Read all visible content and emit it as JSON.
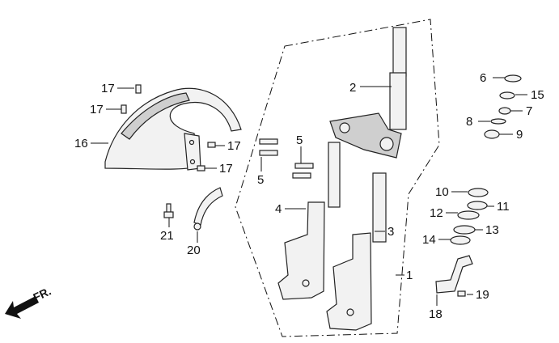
{
  "diagram": {
    "direction_label": "FR.",
    "callouts": [
      "1",
      "2",
      "3",
      "4",
      "5",
      "5",
      "6",
      "7",
      "8",
      "9",
      "10",
      "11",
      "12",
      "13",
      "14",
      "15",
      "16",
      "17",
      "17",
      "17",
      "17",
      "18",
      "19",
      "20",
      "21"
    ]
  }
}
